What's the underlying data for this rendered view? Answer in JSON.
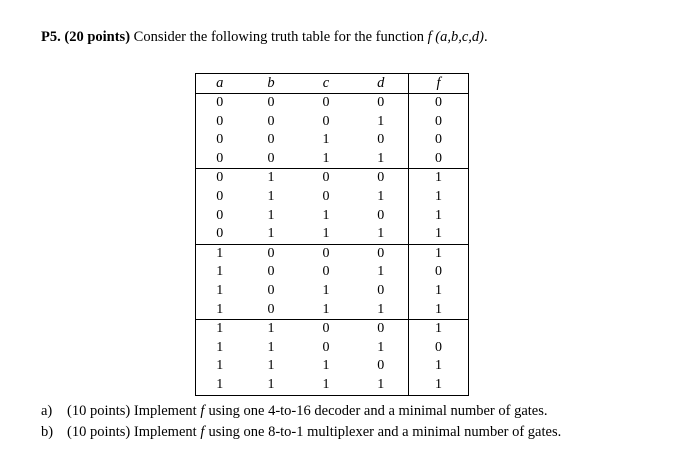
{
  "problem": {
    "label": "P5.",
    "points": "(20 points)",
    "statement_before_fn": "Consider the following truth table for the function",
    "function_signature": "f (a,b,c,d)",
    "statement_after_fn": "."
  },
  "truth_table": {
    "headers": [
      "a",
      "b",
      "c",
      "d",
      "f"
    ],
    "separator_before_column": "f",
    "group_size": 4,
    "rows": [
      {
        "a": "0",
        "b": "0",
        "c": "0",
        "d": "0",
        "f": "0"
      },
      {
        "a": "0",
        "b": "0",
        "c": "0",
        "d": "1",
        "f": "0"
      },
      {
        "a": "0",
        "b": "0",
        "c": "1",
        "d": "0",
        "f": "0"
      },
      {
        "a": "0",
        "b": "0",
        "c": "1",
        "d": "1",
        "f": "0"
      },
      {
        "a": "0",
        "b": "1",
        "c": "0",
        "d": "0",
        "f": "1"
      },
      {
        "a": "0",
        "b": "1",
        "c": "0",
        "d": "1",
        "f": "1"
      },
      {
        "a": "0",
        "b": "1",
        "c": "1",
        "d": "0",
        "f": "1"
      },
      {
        "a": "0",
        "b": "1",
        "c": "1",
        "d": "1",
        "f": "1"
      },
      {
        "a": "1",
        "b": "0",
        "c": "0",
        "d": "0",
        "f": "1"
      },
      {
        "a": "1",
        "b": "0",
        "c": "0",
        "d": "1",
        "f": "0"
      },
      {
        "a": "1",
        "b": "0",
        "c": "1",
        "d": "0",
        "f": "1"
      },
      {
        "a": "1",
        "b": "0",
        "c": "1",
        "d": "1",
        "f": "1"
      },
      {
        "a": "1",
        "b": "1",
        "c": "0",
        "d": "0",
        "f": "1"
      },
      {
        "a": "1",
        "b": "1",
        "c": "0",
        "d": "1",
        "f": "0"
      },
      {
        "a": "1",
        "b": "1",
        "c": "1",
        "d": "0",
        "f": "1"
      },
      {
        "a": "1",
        "b": "1",
        "c": "1",
        "d": "1",
        "f": "1"
      }
    ]
  },
  "subquestions": [
    {
      "marker": "a)",
      "points": "(10 points)",
      "text_before_fn": "Implement",
      "function_symbol": "f",
      "text_after_fn": "using one 4-to-16 decoder and a minimal number of gates."
    },
    {
      "marker": "b)",
      "points": "(10 points)",
      "text_before_fn": "Implement",
      "function_symbol": "f",
      "text_after_fn": "using one 8-to-1 multiplexer and a minimal number of gates."
    }
  ],
  "colors": {
    "background": "#ffffff",
    "text": "#000000",
    "rule": "#000000"
  }
}
